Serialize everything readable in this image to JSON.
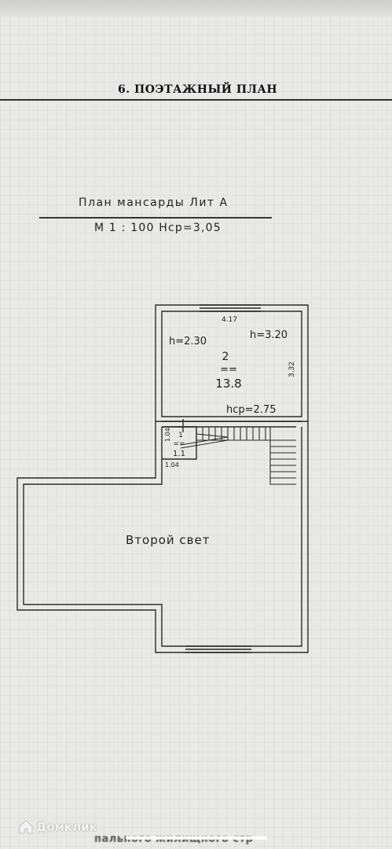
{
  "document": {
    "section_title": "6. ПОЭТАЖНЫЙ ПЛАН",
    "plan_title": "План мансарды Лит А",
    "plan_scale": "М 1 : 100 Нср=3,05"
  },
  "plan": {
    "room_2": {
      "number": "2",
      "separator": "==",
      "area": "13.8",
      "height_left": "h=2.30",
      "height_right": "h=3.20",
      "height_avg": "hср=2.75",
      "width_dim": "4.17",
      "depth_dim": "3.32"
    },
    "room_1_1": {
      "number": "1",
      "separator": "==",
      "area": "1.1",
      "width_dim": "1.04",
      "depth_dim": "1.04"
    },
    "void_label": "Второй свет"
  },
  "watermark": {
    "brand": "Домклик",
    "bottom_text": "пального жилищного стр"
  }
}
